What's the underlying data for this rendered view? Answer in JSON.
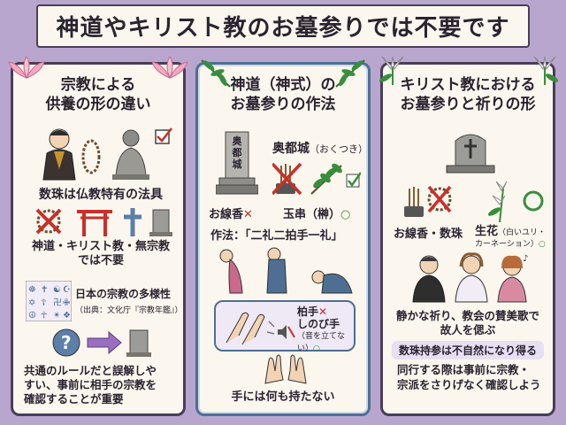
{
  "title": "神道やキリスト教のお墓参りでは不要です",
  "panels": {
    "buddhism": {
      "heading_1": "宗教による",
      "heading_2": "供養の形の違い",
      "rosary_text": "数珠は仏教特有の法具",
      "others_1": "神道・キリスト教・無宗教",
      "others_2": "では不要",
      "diversity_1": "日本の宗教の多様性",
      "diversity_2": "（出典：文化庁『宗教年鑑』）",
      "advice_1": "共通のルールだと誤解しや",
      "advice_2": "すい、事前に相手の宗教を",
      "advice_3": "確認することが重要"
    },
    "shinto": {
      "heading_1": "神道（神式）の",
      "heading_2": "お墓参りの作法",
      "grave_name": "奥都城",
      "grave_reading": "（おくつき）",
      "stone_text": "奥都城",
      "incense": "お線香",
      "tamagushi": "玉串（榊）",
      "manner": "作法：「二礼二拍手一礼」",
      "clap_1": "柏手",
      "clap_2": "しのび手",
      "clap_3": "（音を立てない）",
      "hands": "手には何も持たない"
    },
    "christian": {
      "heading_1": "キリスト教における",
      "heading_2": "お墓参りと祈りの形",
      "incense": "お線香・数珠",
      "flowers_1": "生花",
      "flowers_2": "（白いユリ・",
      "flowers_3": "カーネーション）",
      "prayer_1": "静かな祈り、教会の賛美歌で",
      "prayer_2": "故人を偲ぶ",
      "warning": "数珠持参は不自然になり得る",
      "tip_1": "同行する際は事前に宗教・",
      "tip_2": "宗派をさりげなく確認しよう"
    }
  },
  "marks": {
    "x": "✕",
    "o": "○",
    "check": "☑"
  },
  "colors": {
    "bg": "#b9a6cf",
    "panel": "#fbf7ee",
    "border": "#4a3d57",
    "red": "#c8302b",
    "green": "#3a8d3c"
  }
}
